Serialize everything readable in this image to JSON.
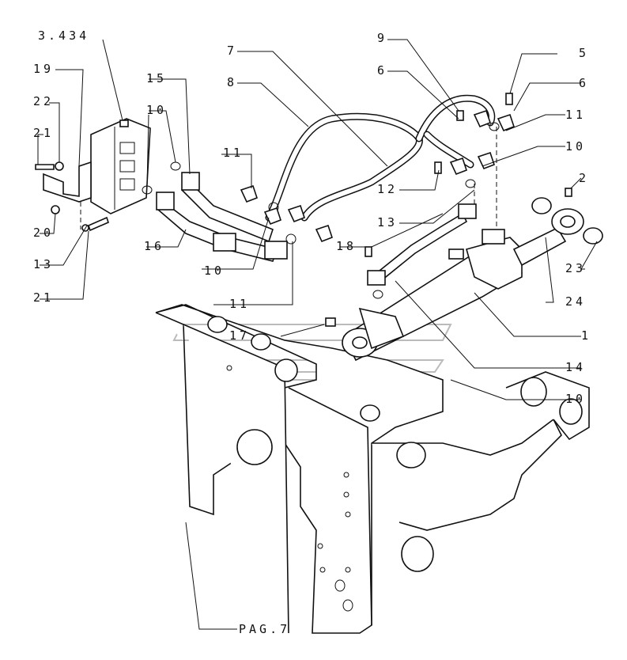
{
  "labels": {
    "l3434": "3.434",
    "l19": "19",
    "l22": "22",
    "l21a": "21",
    "l20": "20",
    "l13a": "13",
    "l21b": "21",
    "l15": "15",
    "l10a": "10",
    "l16": "16",
    "l11a": "11",
    "l10b": "10",
    "l11b": "11",
    "l17": "17",
    "l7": "7",
    "l8": "8",
    "l9": "9",
    "l6a": "6",
    "l5": "5",
    "l6b": "6",
    "l11c": "11",
    "l10c": "10",
    "l12": "12",
    "l2": "2",
    "l13b": "13",
    "l18": "18",
    "l23": "23",
    "l24": "24",
    "l1": "1",
    "l14": "14",
    "l10d": "10",
    "pag": "PAG.7"
  }
}
